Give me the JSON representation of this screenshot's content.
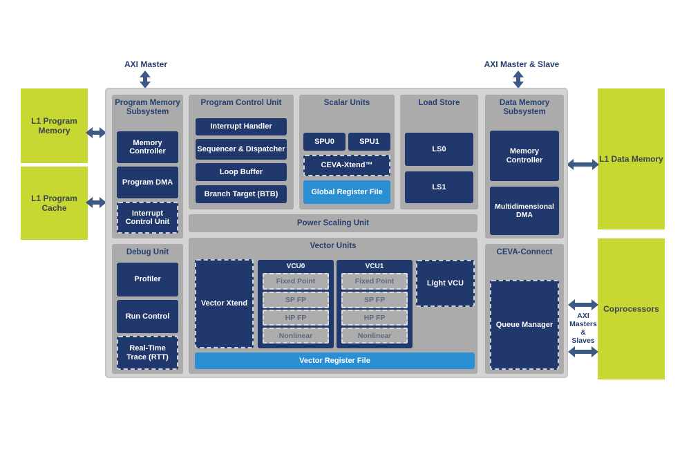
{
  "diagram": {
    "top_labels": {
      "axi_master": "AXI Master",
      "axi_master_slave": "AXI Master & Slave"
    },
    "side_label_lines": [
      "AXI",
      "Masters",
      "&",
      "Slaves"
    ],
    "memories": {
      "l1_program_memory": "L1 Program Memory",
      "l1_program_cache": "L1 Program Cache",
      "l1_data_memory": "L1 Data Memory",
      "coprocessors": "Coprocessors"
    },
    "program_memory_subsystem": {
      "title": "Program Memory Subsystem",
      "memory_controller": "Memory Controller",
      "program_dma": "Program DMA",
      "interrupt_control_unit": "Interrupt Control Unit"
    },
    "program_control_unit": {
      "title": "Program Control Unit",
      "blocks": [
        "Interrupt Handler",
        "Sequencer & Dispatcher",
        "Loop Buffer",
        "Branch Target (BTB)"
      ]
    },
    "scalar_units": {
      "title": "Scalar Units",
      "spu0": "SPU0",
      "spu1": "SPU1",
      "ceva_xtend": "CEVA-Xtend™",
      "global_register_file": "Global Register File"
    },
    "load_store": {
      "title": "Load Store",
      "ls0": "LS0",
      "ls1": "LS1"
    },
    "data_memory_subsystem": {
      "title": "Data Memory Subsystem",
      "memory_controller": "Memory Controller",
      "multidimensional_dma": "Multidimensional DMA"
    },
    "power_scaling_unit": {
      "title": "Power Scaling Unit"
    },
    "vector_units": {
      "title": "Vector Units",
      "vector_xtend": "Vector Xtend",
      "vcu0": "VCU0",
      "vcu1": "VCU1",
      "vcu_sub_blocks": [
        "Fixed Point",
        "SP FP",
        "HP FP",
        "Nonlinear"
      ],
      "light_vcu": "Light VCU",
      "vector_register_file": "Vector Register File"
    },
    "debug_unit": {
      "title": "Debug Unit",
      "profiler": "Profiler",
      "run_control": "Run Control",
      "real_time_trace": "Real-Time Trace (RTT)"
    },
    "ceva_connect": {
      "title": "CEVA-Connect",
      "queue_manager": "Queue Manager"
    },
    "colors": {
      "navy": "#20386b",
      "accent_blue": "#2b90d3",
      "green": "#c8d832",
      "arrow": "#3d5a85",
      "section_gray": "#ababab",
      "container_gray": "#d4d4d4"
    }
  }
}
